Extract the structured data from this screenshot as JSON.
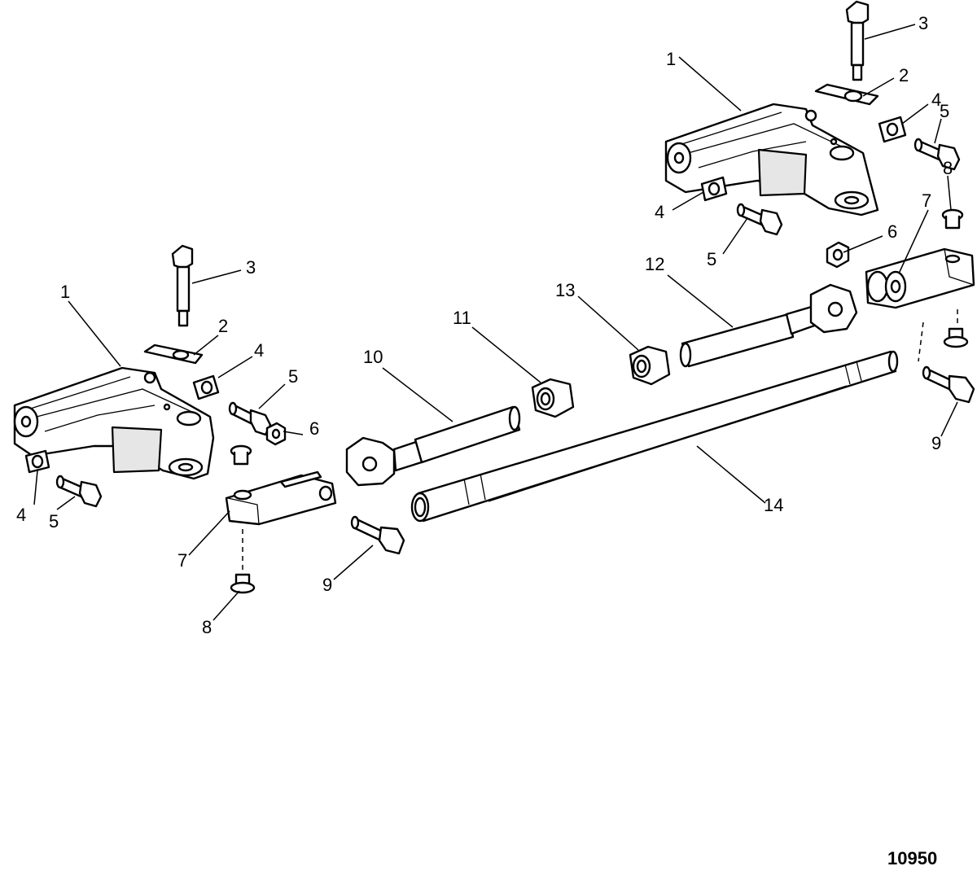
{
  "diagram": {
    "figure_number": "10950",
    "callouts": [
      {
        "id": "c1a",
        "label": "1"
      },
      {
        "id": "c2a",
        "label": "2"
      },
      {
        "id": "c3a",
        "label": "3"
      },
      {
        "id": "c4a",
        "label": "4"
      },
      {
        "id": "c4b",
        "label": "4"
      },
      {
        "id": "c5a",
        "label": "5"
      },
      {
        "id": "c5b",
        "label": "5"
      },
      {
        "id": "c6a",
        "label": "6"
      },
      {
        "id": "c7a",
        "label": "7"
      },
      {
        "id": "c8a",
        "label": "8"
      },
      {
        "id": "c9a",
        "label": "9"
      },
      {
        "id": "c10",
        "label": "10"
      },
      {
        "id": "c11",
        "label": "11"
      },
      {
        "id": "c12",
        "label": "12"
      },
      {
        "id": "c13",
        "label": "13"
      },
      {
        "id": "c14",
        "label": "14"
      },
      {
        "id": "c1b",
        "label": "1"
      },
      {
        "id": "c2b",
        "label": "2"
      },
      {
        "id": "c3b",
        "label": "3"
      },
      {
        "id": "c4c",
        "label": "4"
      },
      {
        "id": "c4d",
        "label": "4"
      },
      {
        "id": "c5c",
        "label": "5"
      },
      {
        "id": "c5d",
        "label": "5"
      },
      {
        "id": "c6b",
        "label": "6"
      },
      {
        "id": "c7b",
        "label": "7"
      },
      {
        "id": "c8b",
        "label": "8"
      },
      {
        "id": "c9b",
        "label": "9"
      }
    ]
  }
}
